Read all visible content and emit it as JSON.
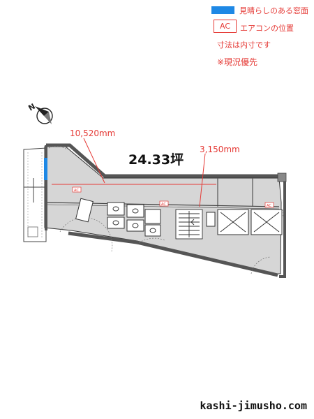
{
  "legend": {
    "window_swatch_color": "#1e88e5",
    "window_label": "見晴らしのある窓面",
    "ac_box_text": "AC",
    "ac_label": "エアコンの位置",
    "note_inner": "寸法は内寸です",
    "note_priority": "※現況優先"
  },
  "compass": {
    "north_label": "N"
  },
  "dimensions": {
    "width_long": "10,520mm",
    "width_short": "3,150mm"
  },
  "area": {
    "label": "24.33坪"
  },
  "ac_markers": [
    "AC",
    "AC",
    "AC"
  ],
  "colors": {
    "accent_red": "#e53935",
    "window_blue": "#1e88e5",
    "floor_gray": "#d6d6d6"
  },
  "footer": {
    "site": "kashi-jimusho.com"
  }
}
